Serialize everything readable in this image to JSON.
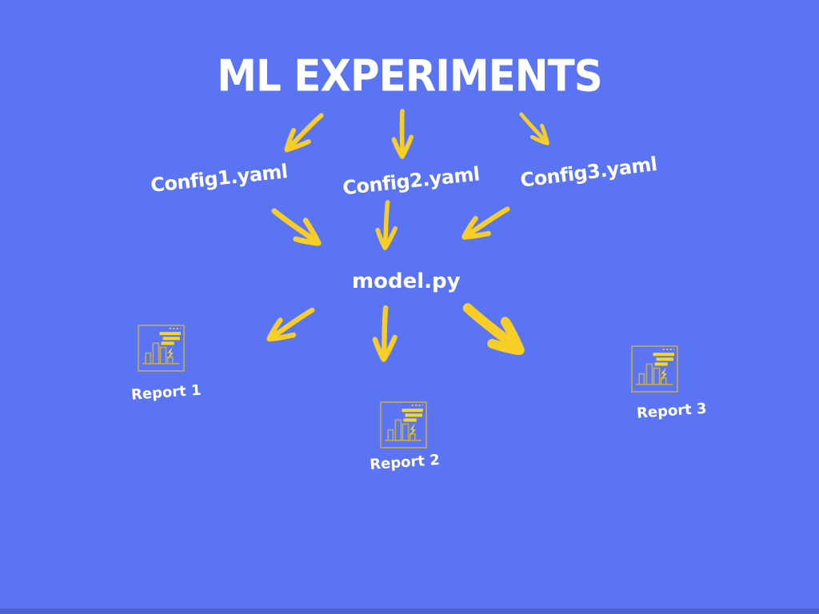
{
  "title": "ML EXPERIMENTS",
  "colors": {
    "background": "#5a74f3",
    "text": "#ffffff",
    "arrow": "#f6ce26",
    "icon_outline": "#c0ab52",
    "icon_highlight": "#f5d822"
  },
  "configs": [
    {
      "label": "Config1.yaml"
    },
    {
      "label": "Config2.yaml"
    },
    {
      "label": "Config3.yaml"
    }
  ],
  "model": {
    "label": "model.py"
  },
  "reports": [
    {
      "label": "Report 1",
      "icon": "bar-chart-report-icon"
    },
    {
      "label": "Report 2",
      "icon": "bar-chart-report-icon"
    },
    {
      "label": "Report 3",
      "icon": "bar-chart-report-icon"
    }
  ],
  "edges": [
    {
      "from": "title",
      "to": "config1",
      "direction": "down-left"
    },
    {
      "from": "title",
      "to": "config2",
      "direction": "down"
    },
    {
      "from": "title",
      "to": "config3",
      "direction": "down-right"
    },
    {
      "from": "config1",
      "to": "model",
      "direction": "down-right"
    },
    {
      "from": "config2",
      "to": "model",
      "direction": "down"
    },
    {
      "from": "config3",
      "to": "model",
      "direction": "down-left"
    },
    {
      "from": "model",
      "to": "report1",
      "direction": "down-left"
    },
    {
      "from": "model",
      "to": "report2",
      "direction": "down"
    },
    {
      "from": "model",
      "to": "report3",
      "direction": "down-right"
    }
  ]
}
